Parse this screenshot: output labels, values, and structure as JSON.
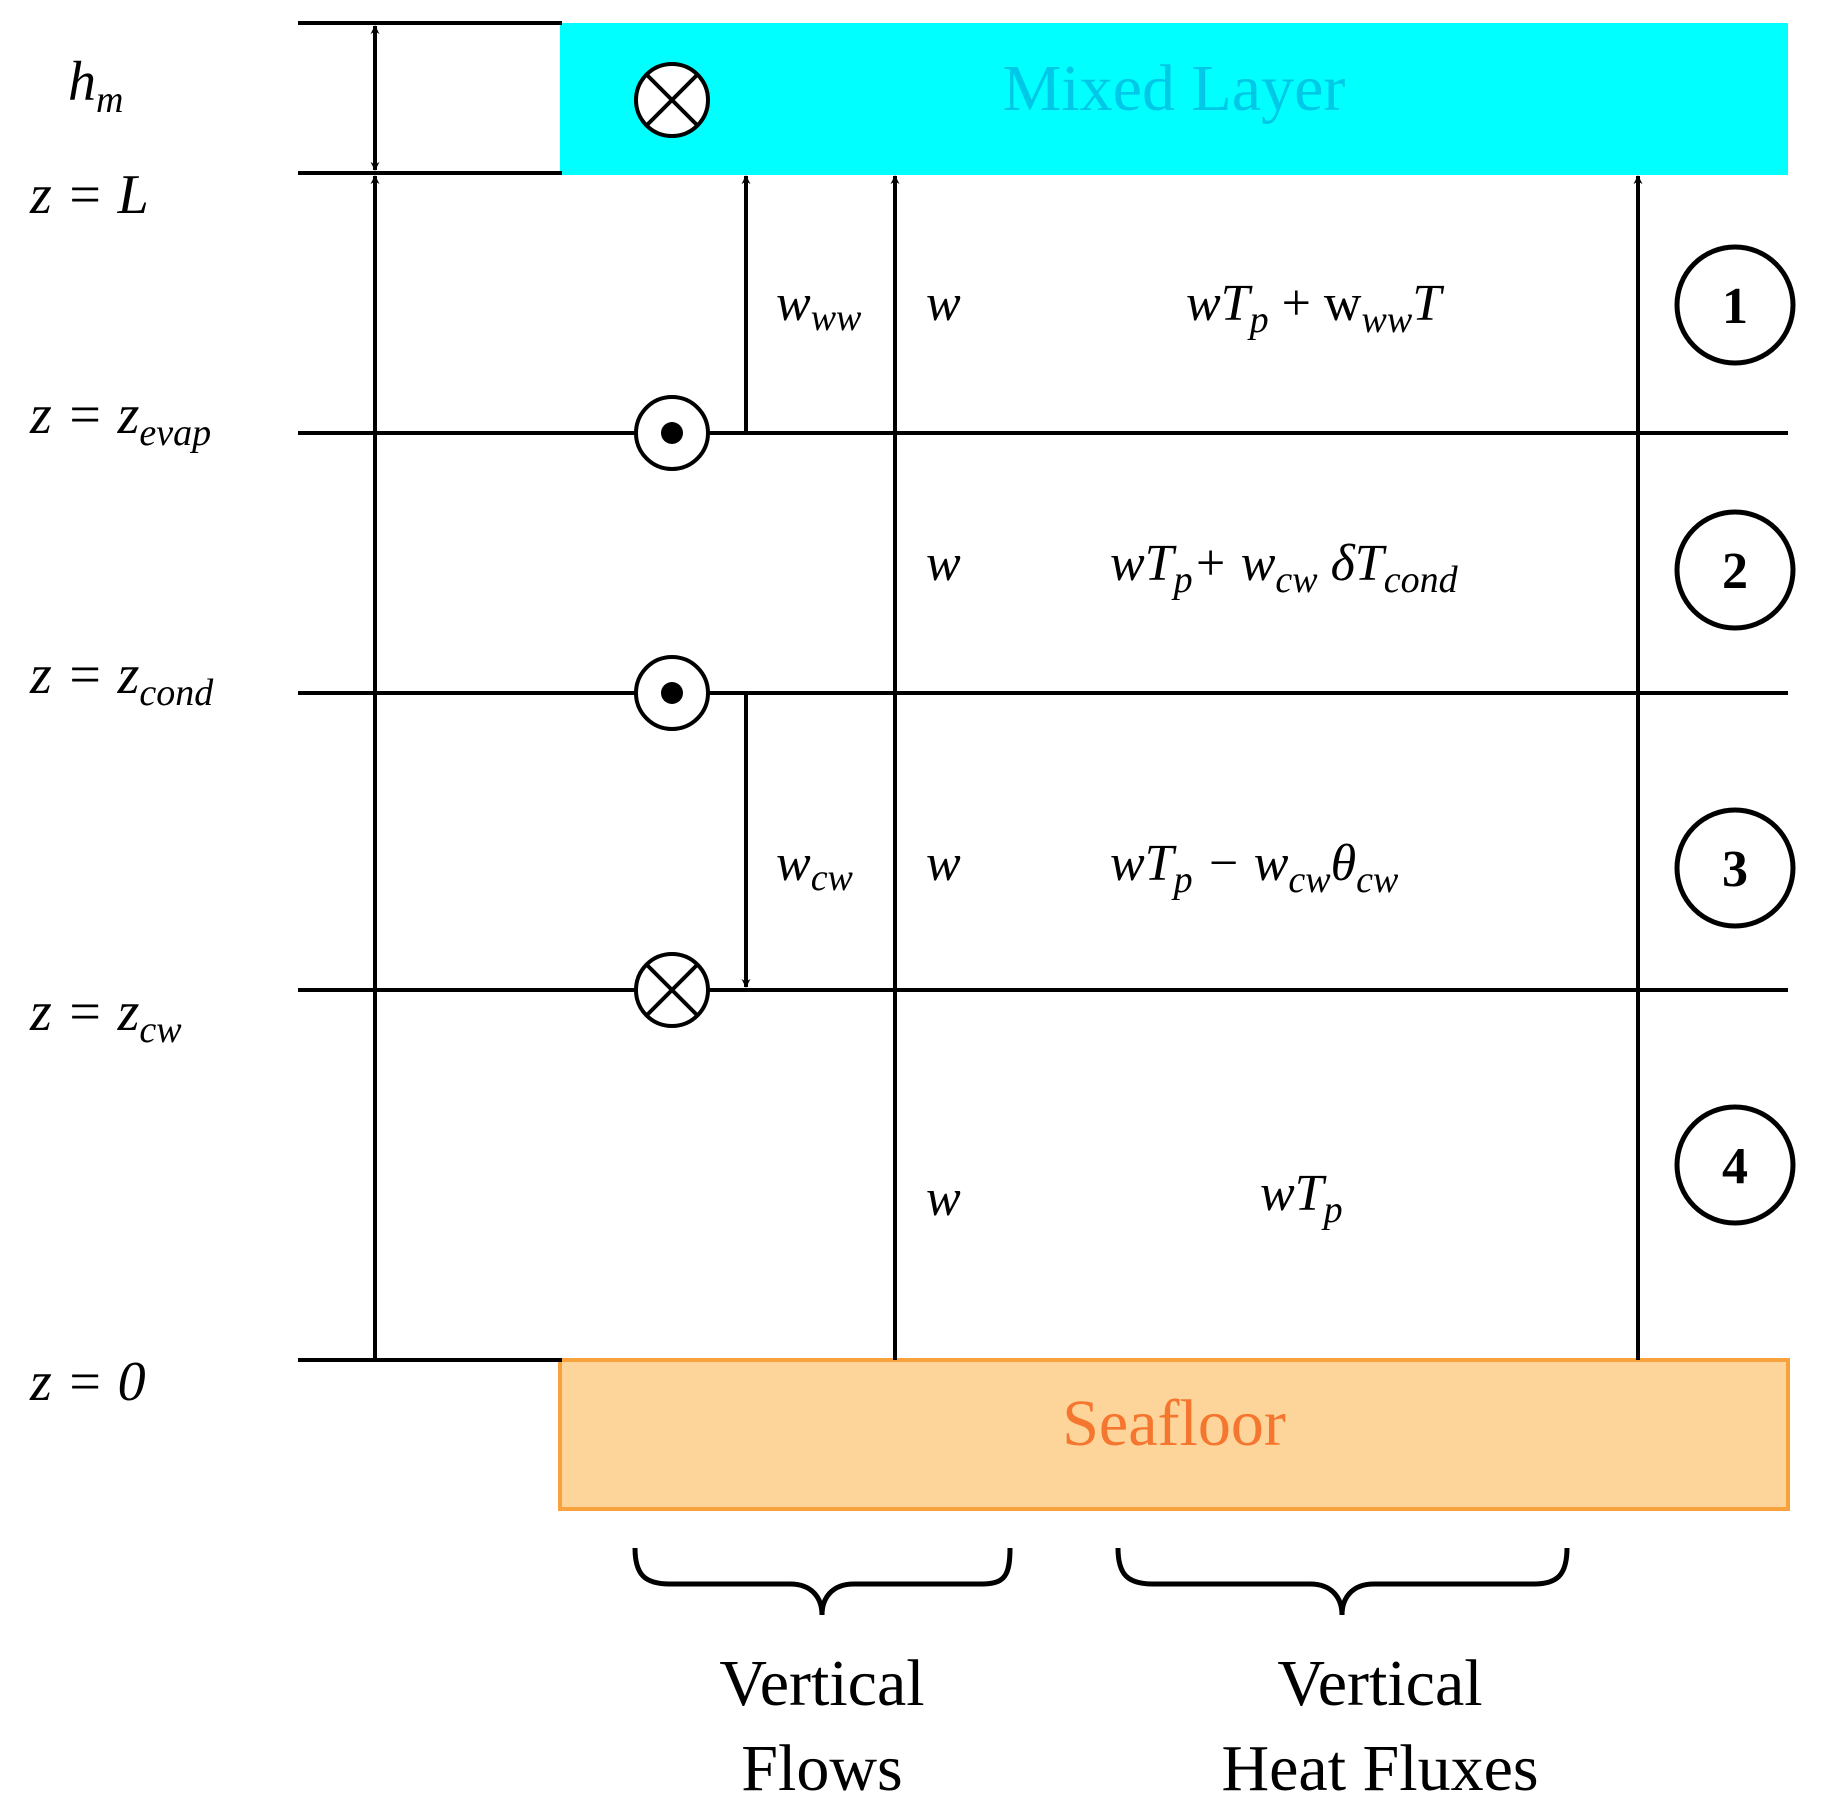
{
  "mixed_layer": {
    "label": "Mixed Layer",
    "fill": "#00ffff",
    "text_color": "#00c8e6"
  },
  "seafloor": {
    "label": "Seafloor",
    "fill": "#fdd59a",
    "stroke": "#f7a23c",
    "text_color": "#f5762f"
  },
  "levels": {
    "hm": {
      "main": "h",
      "sub": "m"
    },
    "L": {
      "main": "z = L"
    },
    "evap": {
      "main": "z = z",
      "sub": "evap"
    },
    "cond": {
      "main": "z = z",
      "sub": "cond"
    },
    "cw": {
      "main": "z = z",
      "sub": "cw"
    },
    "zero": {
      "main": "z = 0"
    }
  },
  "flows": {
    "www": {
      "main": "w",
      "sub": "ww"
    },
    "wcw": {
      "main": "w",
      "sub": "cw"
    },
    "w": "w"
  },
  "fluxes": {
    "r1": {
      "a": "wT",
      "a_sub": "p",
      "b": " + w",
      "b_sub": "ww",
      "c": "T"
    },
    "r2": {
      "a": "wT",
      "a_sub": "p",
      "b": "+ w",
      "b_sub": "cw",
      "c": " δT",
      "c_sub": "cond"
    },
    "r3": {
      "a": "wT",
      "a_sub": "p",
      "b": " − w",
      "b_sub": "cw",
      "c": "θ",
      "c_sub": "cw"
    },
    "r4": {
      "a": "wT",
      "a_sub": "p"
    }
  },
  "regions": [
    "1",
    "2",
    "3",
    "4"
  ],
  "captions": {
    "flows_line1": "Vertical",
    "flows_line2": "Flows",
    "fluxes_line1": "Vertical",
    "fluxes_line2": "Heat  Fluxes"
  }
}
